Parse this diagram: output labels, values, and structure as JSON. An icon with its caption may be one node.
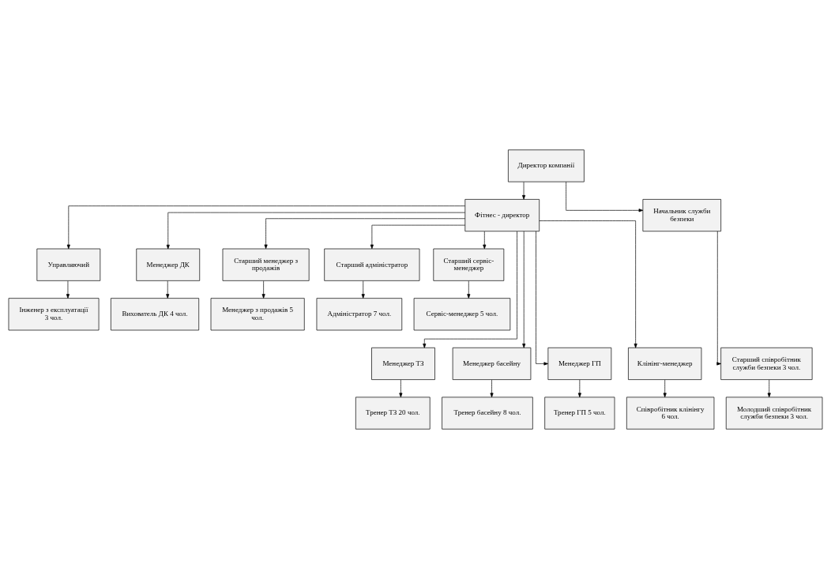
{
  "diagram": {
    "nodes": [
      {
        "text": [
          "Директор компанії"
        ]
      },
      {
        "text": [
          "Фітнес - директор"
        ]
      },
      {
        "text": [
          "Начальник служби безпеки"
        ]
      },
      {
        "text": [
          "Управляючий"
        ]
      },
      {
        "text": [
          "Менеджер ДК"
        ]
      },
      {
        "text": [
          "Старший менеджер з продажів"
        ]
      },
      {
        "text": [
          "Старший адміністратор"
        ]
      },
      {
        "text": [
          "Старший сервіс-менеджер"
        ]
      },
      {
        "text": [
          "Інженер з експлуатації 3 чол."
        ]
      },
      {
        "text": [
          "Вихователь ДК 4 чол."
        ]
      },
      {
        "text": [
          "Менеджер з продажів 5 чол."
        ]
      },
      {
        "text": [
          "Адміністратор 7 чол."
        ]
      },
      {
        "text": [
          "Сервіс-менеджер 5 чол."
        ]
      },
      {
        "text": [
          "Менеджер ТЗ"
        ]
      },
      {
        "text": [
          "Менеджер басейну"
        ]
      },
      {
        "text": [
          "Менеджер ГП"
        ]
      },
      {
        "text": [
          "Клінінг-менеджер"
        ]
      },
      {
        "text": [
          "Старший співробітник служби безпеки 3 чол."
        ]
      },
      {
        "text": [
          "Тренер ТЗ 20 чол."
        ]
      },
      {
        "text": [
          "Тренер басейну 8 чол."
        ]
      },
      {
        "text": [
          "Тренер ГП 5 чол."
        ]
      },
      {
        "text": [
          "Співробітник клінінгу 6 чол."
        ]
      },
      {
        "text": [
          "Молодший співробітник служби безпеки 3 чол."
        ]
      }
    ],
    "edges": [
      {
        "from": 0,
        "to": 1,
        "arrow": "to"
      },
      {
        "from": 0,
        "to": 2,
        "arrow": "to"
      },
      {
        "from": 1,
        "to": 3,
        "arrow": "to"
      },
      {
        "from": 1,
        "to": 13,
        "arrow": "to"
      },
      {
        "from": 1,
        "to": 4,
        "arrow": "to"
      },
      {
        "from": 1,
        "to": 14,
        "arrow": "to"
      },
      {
        "from": 1,
        "to": 5,
        "arrow": "to"
      },
      {
        "from": 1,
        "to": 15,
        "arrow": "to"
      },
      {
        "from": 1,
        "to": 16,
        "arrow": "to"
      },
      {
        "from": 1,
        "to": 6,
        "arrow": "to"
      },
      {
        "from": 1,
        "to": 7,
        "arrow": "to"
      },
      {
        "from": 2,
        "to": 17,
        "arrow": "to"
      },
      {
        "from": 3,
        "to": 8,
        "arrow": "to"
      },
      {
        "from": 4,
        "to": 9,
        "arrow": "to"
      },
      {
        "from": 5,
        "to": 10,
        "arrow": "to"
      },
      {
        "from": 6,
        "to": 11,
        "arrow": "to"
      },
      {
        "from": 7,
        "to": 12,
        "arrow": "to"
      },
      {
        "from": 13,
        "to": 18,
        "arrow": "to"
      },
      {
        "from": 14,
        "to": 19,
        "arrow": "to"
      },
      {
        "from": 15,
        "to": 20,
        "arrow": "to"
      },
      {
        "from": 16,
        "to": 21,
        "arrow": "to"
      },
      {
        "from": 17,
        "to": 22,
        "arrow": "to"
      }
    ]
  }
}
